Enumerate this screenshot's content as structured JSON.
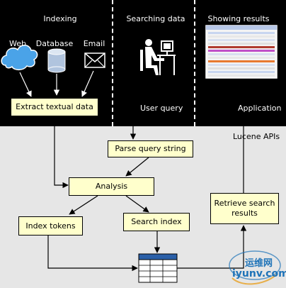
{
  "columns": [
    {
      "title": "Indexing"
    },
    {
      "title": "Searching data"
    },
    {
      "title": "Showing results"
    }
  ],
  "sources": [
    {
      "label": "Web",
      "icon": "cloud-icon"
    },
    {
      "label": "Database",
      "icon": "database-icon"
    },
    {
      "label": "Email",
      "icon": "envelope-icon"
    }
  ],
  "captions": {
    "user_query": "User query",
    "application": "Application"
  },
  "region_label": "Lucene APIs",
  "boxes": {
    "extract": "Extract textual data",
    "parse": "Parse query string",
    "analysis": "Analysis",
    "index_tokens": "Index tokens",
    "search_index": "Search index",
    "retrieve_line1": "Retrieve search",
    "retrieve_line2": "results"
  },
  "watermark": {
    "chinese": "运维网",
    "url": "iyunv.com"
  },
  "icons": {
    "user_at_computer": "user-at-computer-icon",
    "results_window": "results-window-icon",
    "index_table": "index-table-icon"
  },
  "colors": {
    "box_fill": "#ffffcc",
    "top_band": "#000000",
    "lucene_region": "#e6e6e6",
    "cloud": "#4aa3e8",
    "database": "#b0c4de",
    "table_header": "#2a5fa8"
  }
}
